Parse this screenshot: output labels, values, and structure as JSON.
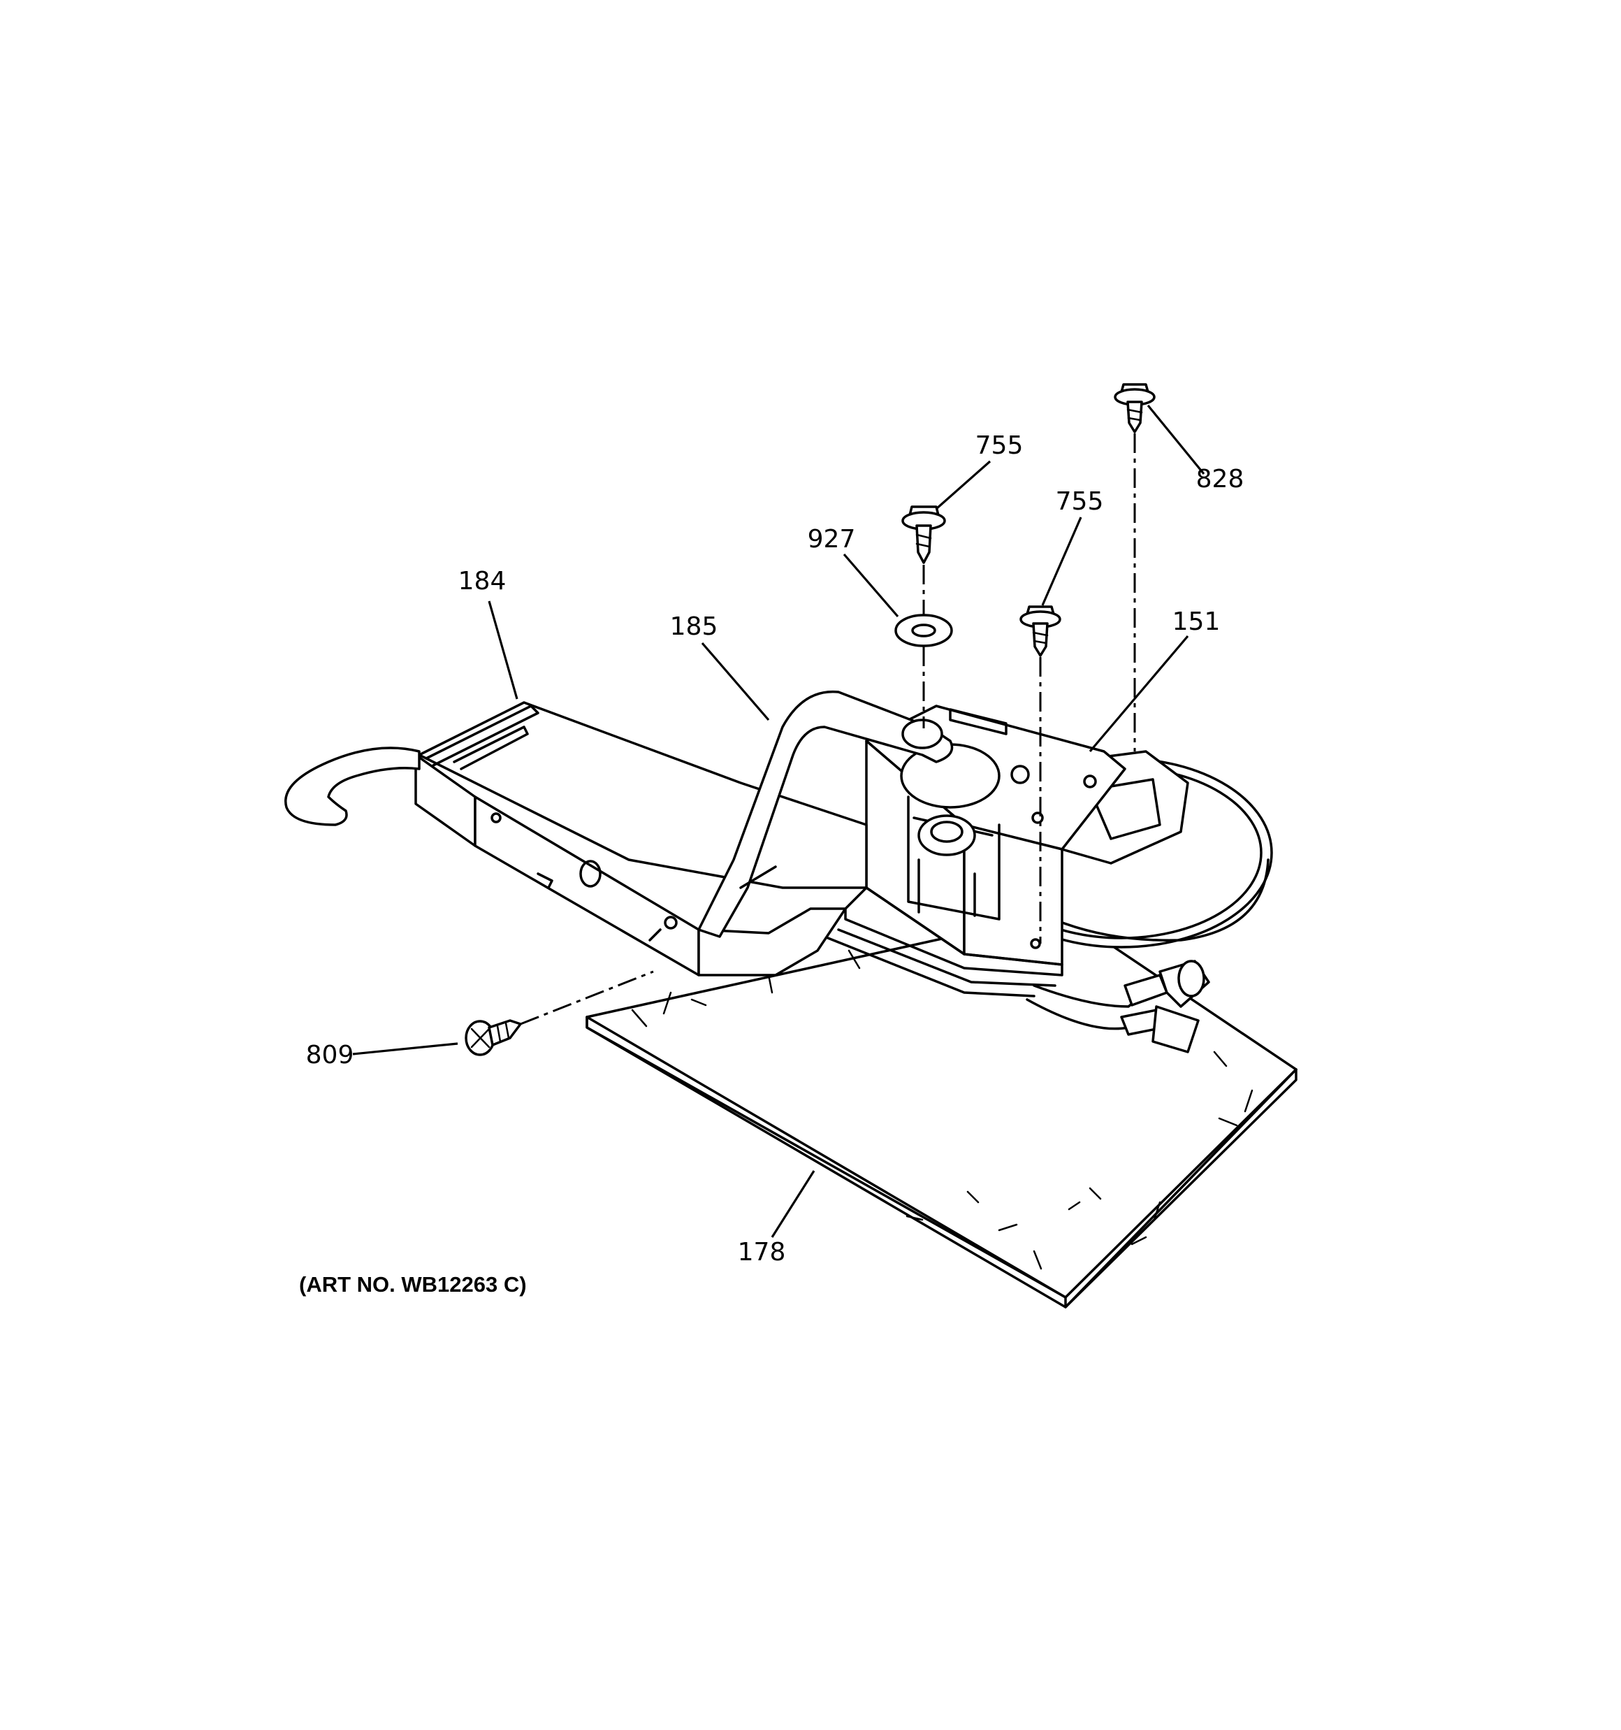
{
  "diagram": {
    "callouts": [
      {
        "id": "c755a",
        "label": "755"
      },
      {
        "id": "c828",
        "label": "828"
      },
      {
        "id": "c755b",
        "label": "755"
      },
      {
        "id": "c927",
        "label": "927"
      },
      {
        "id": "c184",
        "label": "184"
      },
      {
        "id": "c185",
        "label": "185"
      },
      {
        "id": "c151",
        "label": "151"
      },
      {
        "id": "c809",
        "label": "809"
      },
      {
        "id": "c178",
        "label": "178"
      }
    ],
    "art_number": "(ART NO. WB12263 C)"
  }
}
